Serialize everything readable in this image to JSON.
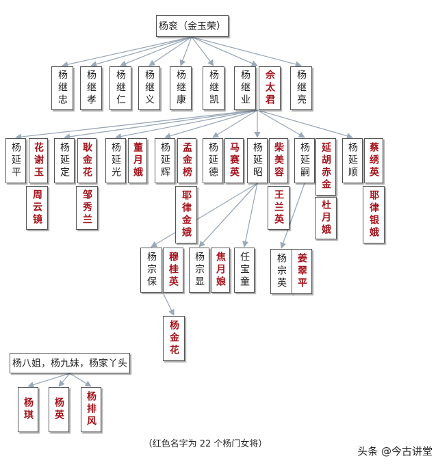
{
  "root": {
    "label": "杨衮（金玉荣）"
  },
  "jiye_sons": [
    "杨继忠",
    "杨继孝",
    "杨继仁",
    "杨继义",
    "杨继康",
    "杨继凯",
    "杨继业",
    "杨继亮"
  ],
  "jiye_wife": "佘太君",
  "yan_sons": [
    "杨延平",
    "杨延定",
    "杨延光",
    "杨延辉",
    "杨延德",
    "杨延昭",
    "杨延嗣",
    "杨延顺"
  ],
  "yan_wives": [
    [
      "花谢玉",
      "周云镜"
    ],
    [
      "耿金花",
      "邹秀兰"
    ],
    [
      "董月娥"
    ],
    [
      "孟金榜",
      "耶律金娥"
    ],
    [
      "马赛英"
    ],
    [
      "柴美容",
      "王兰英"
    ],
    [
      "延胡赤金",
      "杜月娥"
    ],
    [
      "蔡绣英",
      "耶律银娥"
    ]
  ],
  "zong_sons": [
    "杨宗保",
    "杨宗显",
    "任宝童",
    "杨宗英"
  ],
  "zong_wives": [
    "穆桂英",
    "焦月娘",
    "姜翠平"
  ],
  "granddaughter": "杨金花",
  "daughters_label": "杨八姐，杨九妹，杨家丫头",
  "daughters": [
    "杨琪",
    "杨英",
    "杨排风"
  ],
  "caption": "（红色名字为 22 个杨门女将）",
  "watermark": "头条 @今古讲堂",
  "colors": {
    "female_name": "#a4141c",
    "male_name": "#222222",
    "line": "#9aa8b8"
  }
}
